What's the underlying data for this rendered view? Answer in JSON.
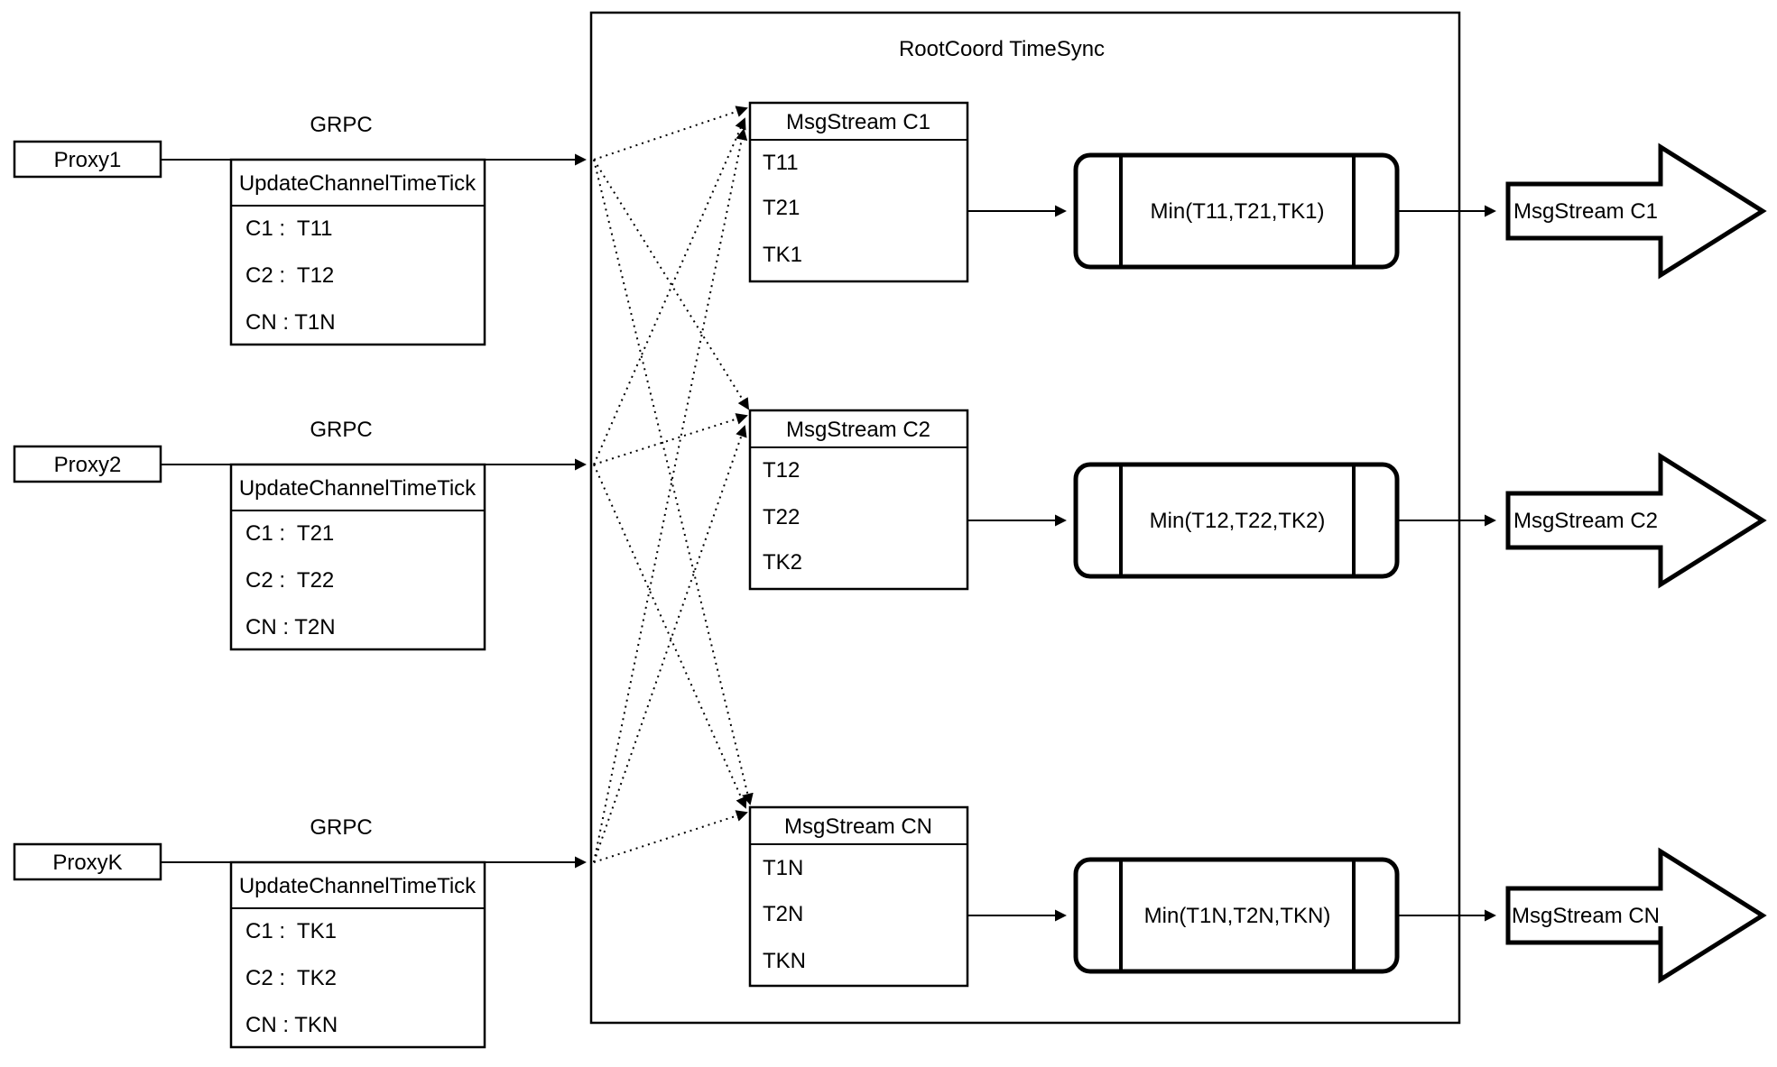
{
  "diagram": {
    "title": "RootCoord TimeSync",
    "background_color": "#ffffff",
    "stroke_color": "#000000",
    "proxies": [
      {
        "label": "Proxy1",
        "grpc_label": "GRPC",
        "message": {
          "header": "UpdateChannelTimeTick",
          "rows": [
            "C1 :  T11",
            "C2 :  T12",
            "CN : T1N"
          ]
        }
      },
      {
        "label": "Proxy2",
        "grpc_label": "GRPC",
        "message": {
          "header": "UpdateChannelTimeTick",
          "rows": [
            "C1 :  T21",
            "C2 :  T22",
            "CN : T2N"
          ]
        }
      },
      {
        "label": "ProxyK",
        "grpc_label": "GRPC",
        "message": {
          "header": "UpdateChannelTimeTick",
          "rows": [
            "C1 :  TK1",
            "C2 :  TK2",
            "CN : TKN"
          ]
        }
      }
    ],
    "channels": [
      {
        "buffer": {
          "header": "MsgStream C1",
          "rows": [
            "T11",
            "T21",
            "TK1"
          ]
        },
        "min_label": "Min(T11,T21,TK1)",
        "output_label": "MsgStream C1"
      },
      {
        "buffer": {
          "header": "MsgStream C2",
          "rows": [
            "T12",
            "T22",
            "TK2"
          ]
        },
        "min_label": "Min(T12,T22,TK2)",
        "output_label": "MsgStream C2"
      },
      {
        "buffer": {
          "header": "MsgStream CN",
          "rows": [
            "T1N",
            "T2N",
            "TKN"
          ]
        },
        "min_label": "Min(T1N,T2N,TKN)",
        "output_label": "MsgStream CN"
      }
    ]
  }
}
